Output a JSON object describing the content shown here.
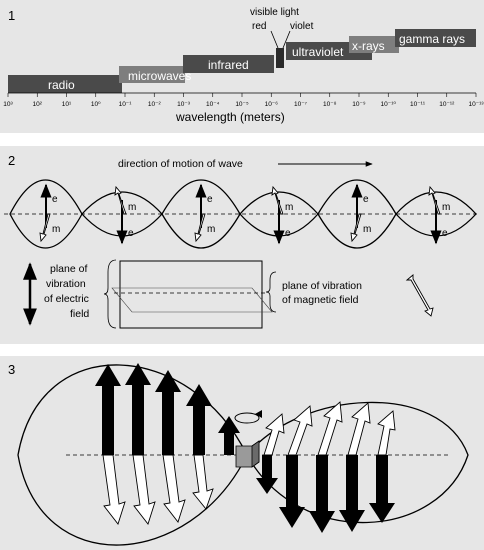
{
  "panels": {
    "p1": {
      "number": "1",
      "axis_label": "wavelength (meters)",
      "ticks": [
        "10³",
        "10²",
        "10¹",
        "10⁰",
        "10⁻¹",
        "10⁻²",
        "10⁻³",
        "10⁻⁴",
        "10⁻⁵",
        "10⁻⁶",
        "10⁻⁷",
        "10⁻⁸",
        "10⁻⁹",
        "10⁻¹⁰",
        "10⁻¹¹",
        "10⁻¹²",
        "10⁻¹³"
      ],
      "bands": {
        "radio": "radio",
        "microwaves": "microwaves",
        "infrared": "infrared",
        "ultraviolet": "ultraviolet",
        "xrays": "x-rays",
        "gamma": "gamma rays"
      },
      "visible": {
        "title": "visible light",
        "red": "red",
        "violet": "violet"
      }
    },
    "p2": {
      "number": "2",
      "direction": "direction of motion of wave",
      "e_label": "e",
      "m_label": "m",
      "electric_plane": [
        "plane of",
        "vibration",
        "of electric",
        "field"
      ],
      "magnetic_plane": [
        "plane of vibration",
        "of magnetic field"
      ]
    },
    "p3": {
      "number": "3"
    }
  },
  "colors": {
    "panel": "#e6e6e6",
    "band": "#4a4a4a",
    "band_light": "#8a8a8a"
  }
}
